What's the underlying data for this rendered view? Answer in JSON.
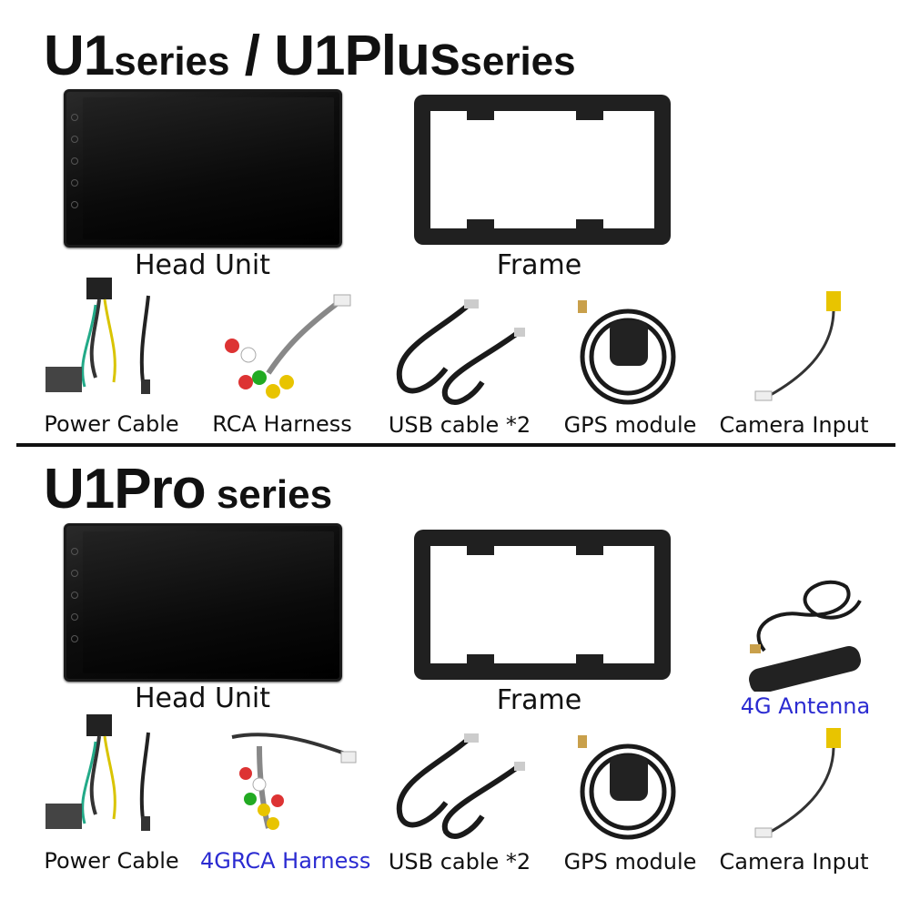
{
  "section1": {
    "title_big_1": "U1",
    "title_small_1": "series",
    "title_sep": " / ",
    "title_big_2": "U1Plus",
    "title_small_2": "series",
    "head_unit_label": "Head Unit",
    "frame_label": "Frame",
    "accessories": [
      "Power Cable",
      "RCA Harness",
      "USB cable *2",
      "GPS module",
      "Camera Input"
    ]
  },
  "section2": {
    "title_big": "U1Pro",
    "title_small": " series",
    "head_unit_label": "Head Unit",
    "frame_label": "Frame",
    "antenna_label": "4G Antenna",
    "accessories": [
      "Power Cable",
      "4GRCA Harness",
      "USB cable *2",
      "GPS module",
      "Camera Input"
    ]
  },
  "colors": {
    "highlight": "#2b2bd1",
    "text": "#111111",
    "divider": "#111111"
  }
}
